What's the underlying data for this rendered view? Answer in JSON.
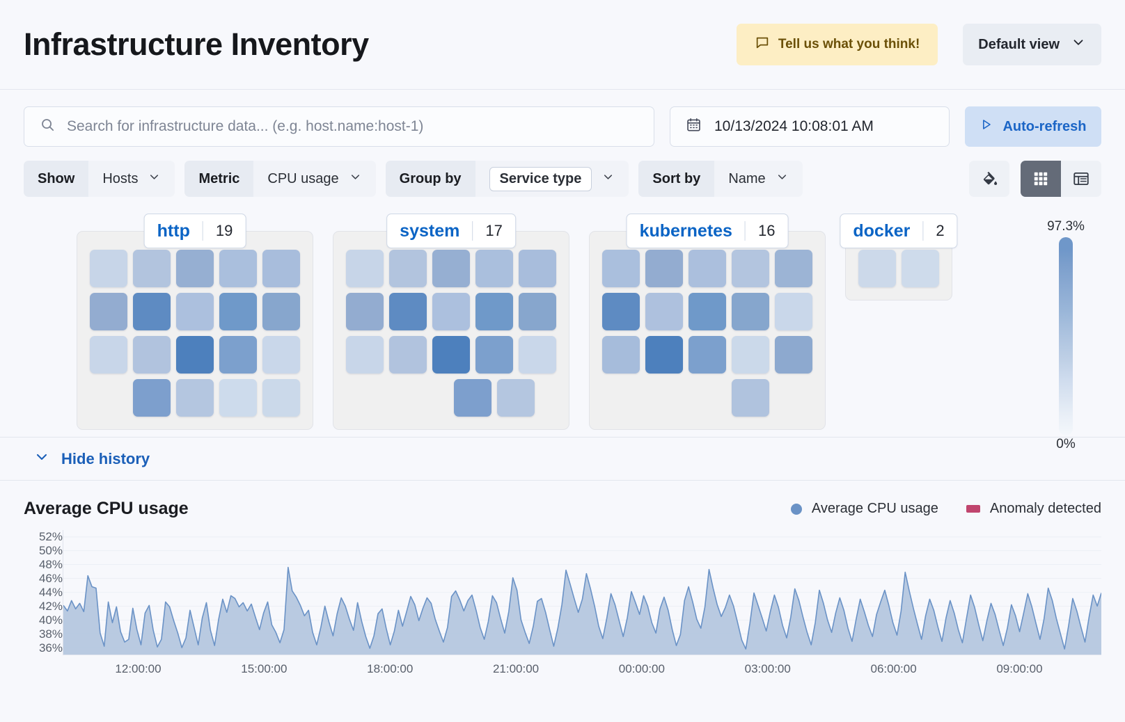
{
  "header": {
    "title": "Infrastructure Inventory",
    "feedback_label": "Tell us what you think!",
    "feedback_icon": "comment-icon",
    "view_label": "Default view",
    "view_chevron": "chevron-down-icon"
  },
  "search": {
    "placeholder": "Search for infrastructure data... (e.g. host.name:host-1)",
    "icon": "search-icon"
  },
  "datepicker": {
    "value": "10/13/2024 10:08:01 AM",
    "icon": "calendar-icon"
  },
  "refresh": {
    "label": "Auto-refresh",
    "icon": "play-icon"
  },
  "filters": [
    {
      "label": "Show",
      "value": "Hosts",
      "boxed": false
    },
    {
      "label": "Metric",
      "value": "CPU usage",
      "boxed": false
    },
    {
      "label": "Group by",
      "value": "Service type",
      "boxed": true
    },
    {
      "label": "Sort by",
      "value": "Name",
      "boxed": false
    }
  ],
  "view_controls": {
    "palette_icon": "paint-bucket-icon",
    "grid_icon": "grid-view-icon",
    "table_icon": "table-view-icon",
    "active": "grid-view-icon"
  },
  "legend_scale": {
    "max": "97.3%",
    "min": "0%"
  },
  "history": {
    "toggle_label": "Hide history",
    "toggle_icon": "chevron-down-icon"
  },
  "groups": [
    {
      "name": "http",
      "count": "19",
      "rows": [
        [
          "#c7d5e8",
          "#b2c4de",
          "#96afd2",
          "#aabfdd",
          "#a8bddc"
        ],
        [
          "#93acd0",
          "#5e8bc2",
          "#acc0de",
          "#6f99c9",
          "#87a6cd"
        ],
        [
          "#c8d6e9",
          "#b1c3de",
          "#4d80bd",
          "#7ca0cd",
          "#c9d7ea"
        ],
        [
          "#7d9fcd",
          "#b4c6e0",
          "#cddbec",
          "#cbd9ea"
        ]
      ],
      "row_offsets": [
        0,
        0,
        0,
        1
      ]
    },
    {
      "name": "system",
      "count": "17",
      "rows": [
        [
          "#c7d5e8",
          "#b2c4de",
          "#96afd2",
          "#aabfdd",
          "#a8bddc"
        ],
        [
          "#93acd0",
          "#5e8bc2",
          "#acc0de",
          "#6f99c9",
          "#87a6cd"
        ],
        [
          "#c8d6e9",
          "#b1c3de",
          "#4d80bd",
          "#7ca0cd",
          "#c9d7ea"
        ],
        [
          "#7d9fcd",
          "#b4c6e0"
        ]
      ],
      "row_offsets": [
        0,
        0,
        0,
        2
      ]
    },
    {
      "name": "kubernetes",
      "count": "16",
      "rows": [
        [
          "#aabfdd",
          "#93acd0",
          "#abbfdd",
          "#b3c5df",
          "#9cb4d5"
        ],
        [
          "#5e8bc2",
          "#aec1de",
          "#6f99c9",
          "#86a6cd",
          "#c9d7ea"
        ],
        [
          "#a6bcdb",
          "#4d80bd",
          "#7ca0cd",
          "#cbd9ea",
          "#8da9cf"
        ],
        [
          "#b0c3de"
        ]
      ],
      "row_offsets": [
        0,
        0,
        0,
        2
      ]
    },
    {
      "name": "docker",
      "count": "2",
      "rows": [
        [
          "#ccd9ea",
          "#cedbeb"
        ]
      ],
      "row_offsets": [
        0
      ]
    }
  ],
  "chart_data": {
    "type": "area",
    "title": "Average CPU usage",
    "xlabel": "",
    "ylabel": "",
    "ylim": [
      35,
      53
    ],
    "ytick_labels": [
      "52%",
      "50%",
      "48%",
      "46%",
      "44%",
      "42%",
      "40%",
      "38%",
      "36%"
    ],
    "ytick_values": [
      52,
      50,
      48,
      46,
      44,
      42,
      40,
      38,
      36
    ],
    "xtick_labels": [
      "12:00:00",
      "15:00:00",
      "18:00:00",
      "21:00:00",
      "00:00:00",
      "03:00:00",
      "06:00:00",
      "09:00:00"
    ],
    "grid": true,
    "legend_position": "top-right",
    "series": [
      {
        "name": "Average CPU usage",
        "color": "#6a92c6",
        "fill": "#b3c6de",
        "values": [
          42.1,
          41.3,
          42.8,
          41.6,
          42.4,
          41.2,
          46.4,
          44.8,
          44.6,
          38.1,
          36.2,
          42.6,
          39.6,
          41.9,
          38.3,
          36.8,
          37.2,
          41.7,
          38.6,
          36.4,
          41.0,
          42.1,
          38.5,
          36.1,
          37.2,
          42.6,
          41.9,
          39.9,
          38.1,
          36.0,
          37.4,
          41.4,
          38.9,
          36.4,
          40.3,
          42.5,
          38.5,
          36.3,
          40.1,
          43.0,
          41.1,
          43.5,
          43.1,
          41.9,
          42.5,
          41.3,
          42.3,
          40.4,
          38.6,
          41.0,
          42.6,
          39.3,
          38.2,
          36.7,
          38.6,
          47.6,
          44.2,
          43.3,
          42.1,
          40.6,
          41.4,
          38.2,
          36.4,
          38.9,
          42.0,
          39.7,
          37.7,
          40.9,
          43.2,
          42.0,
          40.1,
          38.5,
          42.5,
          39.8,
          37.6,
          35.9,
          37.7,
          40.9,
          41.6,
          38.8,
          36.4,
          38.4,
          41.4,
          39.1,
          41.2,
          43.4,
          42.2,
          39.9,
          41.7,
          43.2,
          42.4,
          40.1,
          38.4,
          36.8,
          38.9,
          43.4,
          44.2,
          42.9,
          41.3,
          42.8,
          43.6,
          41.4,
          38.9,
          37.2,
          39.8,
          43.5,
          42.5,
          40.2,
          38.1,
          41.2,
          46.1,
          44.3,
          40.0,
          38.2,
          36.6,
          39.1,
          42.7,
          43.1,
          41.1,
          38.6,
          36.2,
          38.8,
          42.2,
          47.2,
          45.2,
          43.1,
          41.1,
          43.0,
          46.7,
          44.5,
          42.0,
          39.1,
          37.3,
          40.3,
          43.8,
          42.2,
          39.9,
          37.6,
          40.3,
          44.1,
          42.5,
          40.8,
          43.5,
          42.0,
          39.6,
          38.1,
          41.6,
          43.3,
          41.4,
          38.6,
          36.3,
          37.9,
          42.8,
          44.8,
          42.6,
          40.1,
          38.8,
          41.9,
          47.3,
          44.6,
          42.2,
          40.5,
          41.8,
          43.6,
          42.0,
          39.6,
          37.1,
          35.8,
          39.5,
          43.9,
          42.1,
          40.3,
          38.4,
          41.2,
          43.6,
          41.8,
          39.2,
          37.4,
          40.4,
          44.5,
          42.8,
          40.4,
          38.2,
          36.4,
          39.6,
          44.3,
          42.4,
          40.0,
          38.2,
          41.0,
          43.2,
          41.4,
          38.8,
          36.9,
          40.1,
          43.0,
          41.2,
          39.2,
          37.6,
          40.8,
          42.6,
          44.3,
          42.1,
          39.6,
          37.8,
          41.3,
          46.9,
          44.2,
          41.7,
          39.4,
          37.2,
          40.6,
          43.0,
          41.4,
          39.0,
          36.9,
          40.3,
          42.8,
          41.0,
          38.6,
          36.7,
          40.2,
          43.6,
          41.8,
          39.3,
          37.0,
          39.9,
          42.4,
          40.8,
          38.5,
          36.3,
          38.8,
          42.2,
          40.6,
          38.3,
          41.0,
          43.8,
          41.9,
          39.5,
          37.2,
          40.2,
          44.6,
          42.8,
          40.2,
          38.0,
          35.8,
          39.2,
          43.1,
          41.3,
          39.0,
          36.8,
          40.4,
          43.6,
          42.0,
          43.9
        ]
      }
    ],
    "anomaly_series": {
      "name": "Anomaly detected",
      "color": "#c0456e",
      "values": []
    }
  }
}
